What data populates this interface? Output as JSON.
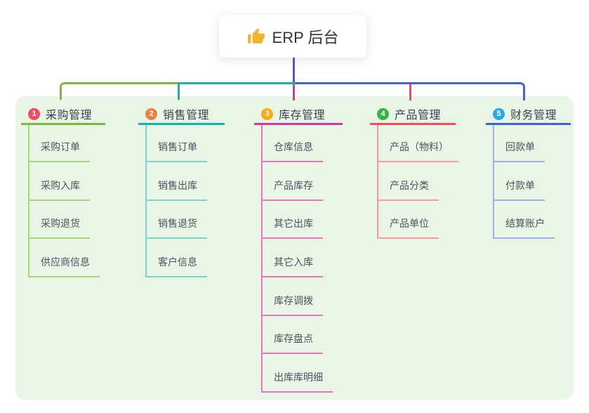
{
  "root": {
    "label": "ERP 后台",
    "icon": "thumbs-up-icon"
  },
  "connector": {
    "root_color": "#4c57d0"
  },
  "colors": {
    "canvas_bg": "#ffffff",
    "panel_bg": "#eaf6e5",
    "root_text": "#333333",
    "header_text": "#3b424d",
    "child_text": "#4d535c"
  },
  "branches": [
    {
      "num": "1",
      "label": "采购管理",
      "badge_color": "#ee4d66",
      "line_color": "#7eb83f",
      "child_line_color": "#aad67e",
      "children": [
        "采购订单",
        "采购入库",
        "采购退货",
        "供应商信息"
      ]
    },
    {
      "num": "2",
      "label": "销售管理",
      "badge_color": "#ef8044",
      "line_color": "#14b5ad",
      "child_line_color": "#7fd2cb",
      "children": [
        "销售订单",
        "销售出库",
        "销售退货",
        "客户信息"
      ]
    },
    {
      "num": "3",
      "label": "库存管理",
      "badge_color": "#fda912",
      "line_color": "#d03a9e",
      "child_line_color": "#ec74bd",
      "children": [
        "仓库信息",
        "产品库存",
        "其它出库",
        "其它入库",
        "库存调拨",
        "库存盘点",
        "出库库明细"
      ]
    },
    {
      "num": "4",
      "label": "产品管理",
      "badge_color": "#36b44a",
      "line_color": "#f4495e",
      "child_line_color": "#f79ba3",
      "children": [
        "产品（物料）",
        "产品分类",
        "产品单位"
      ]
    },
    {
      "num": "5",
      "label": "财务管理",
      "badge_color": "#27abe2",
      "line_color": "#3f63d6",
      "child_line_color": "#9fb2e8",
      "children": [
        "回款单",
        "付款单",
        "结算账户"
      ]
    }
  ]
}
